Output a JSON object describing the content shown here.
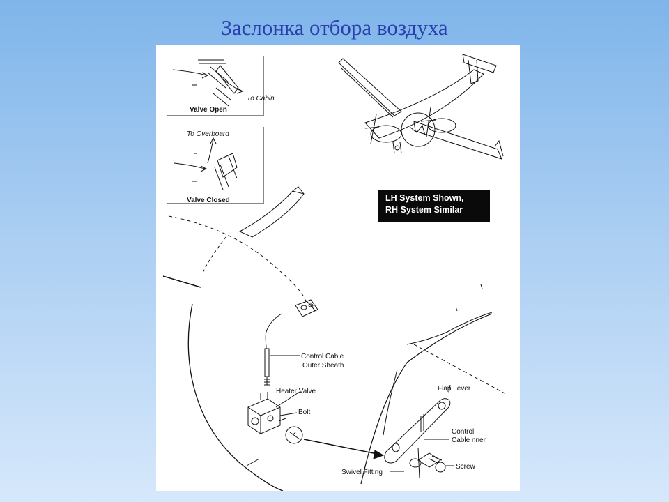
{
  "slide": {
    "title": "Заслонка отбора воздуха"
  },
  "inset_open": {
    "direction_label": "To Cabin",
    "caption": "Valve Open"
  },
  "inset_closed": {
    "direction_label": "To Overboard",
    "caption": "Valve Closed"
  },
  "system_note": {
    "line1": "LH System Shown,",
    "line2": "RH System Similar"
  },
  "callouts": {
    "outer_sheath_1": "Control Cable",
    "outer_sheath_2": "Outer Sheath",
    "heater_valve": "Heater Valve",
    "bolt": "Bolt",
    "flap_lever": "Flap Lever",
    "cable_inner_1": "Control",
    "cable_inner_2": "Cable  nner",
    "screw": "Screw",
    "swivel_fitting": "Swivel Fitting"
  }
}
